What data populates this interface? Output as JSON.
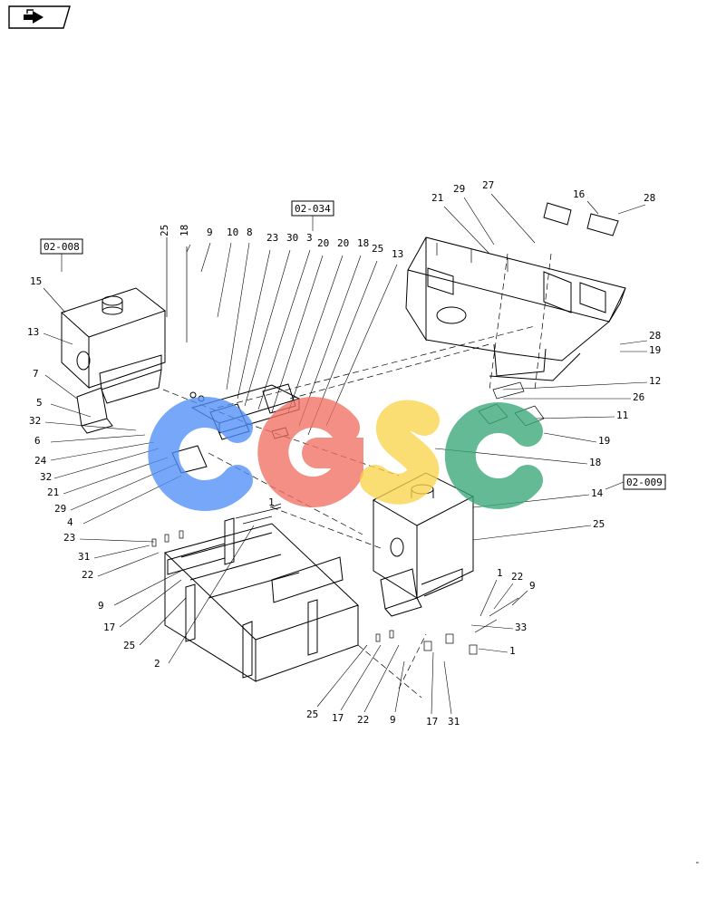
{
  "nav": {
    "icon": "page-flip-arrow-icon"
  },
  "references": [
    {
      "id": "ref-02-008",
      "label": "02-008"
    },
    {
      "id": "ref-02-034",
      "label": "02-034"
    },
    {
      "id": "ref-02-009",
      "label": "02-009"
    }
  ],
  "callouts": [
    "25",
    "18",
    "9",
    "10",
    "8",
    "23",
    "30",
    "3",
    "20",
    "20",
    "18",
    "25",
    "13",
    "15",
    "13",
    "7",
    "5",
    "32",
    "6",
    "24",
    "32",
    "21",
    "29",
    "4",
    "23",
    "31",
    "22",
    "9",
    "17",
    "25",
    "2",
    "1",
    "21",
    "29",
    "27",
    "16",
    "28",
    "28",
    "19",
    "12",
    "26",
    "11",
    "19",
    "18",
    "14",
    "25",
    "1",
    "22",
    "9",
    "33",
    "1",
    "25",
    "17",
    "22",
    "9",
    "17",
    "31"
  ],
  "watermark": {
    "letters": [
      "C",
      "G",
      "S",
      "C"
    ],
    "colors": [
      "#4f8ef7",
      "#ef6f61",
      "#f8d34c",
      "#3aa778"
    ]
  },
  "page_marker": "-"
}
